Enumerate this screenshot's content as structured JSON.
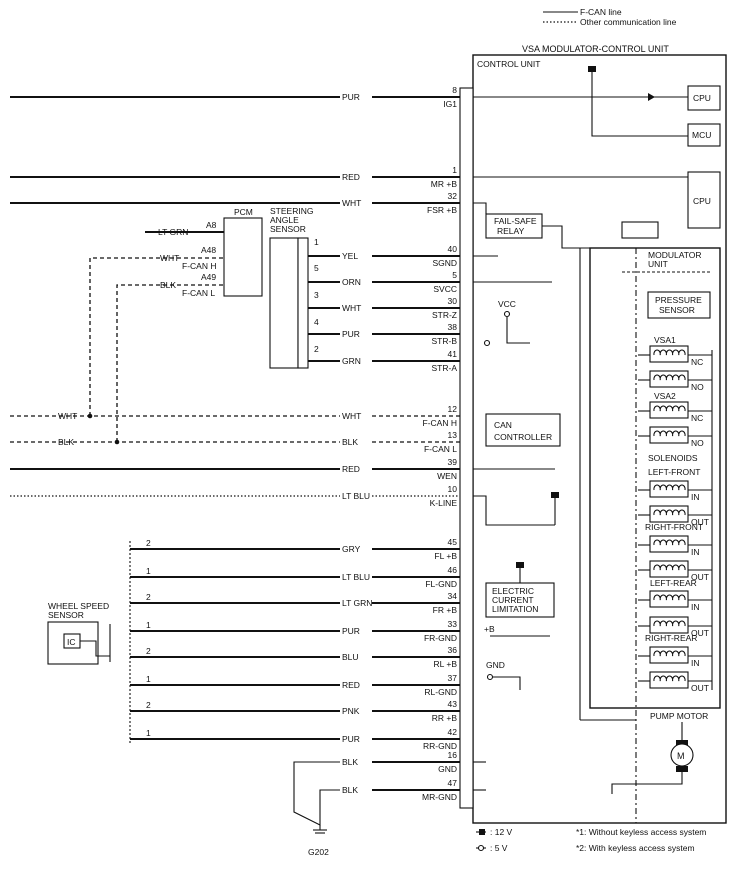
{
  "legend": {
    "fcan": "F-CAN line",
    "other": "Other communication line",
    "v12": ": 12 V",
    "v5": ": 5 V",
    "note1": "*1: Without keyless access system",
    "note2": "*2: With keyless access system"
  },
  "units": {
    "vsa": "VSA MODULATOR-CONTROL UNIT",
    "control": "CONTROL UNIT",
    "modulator": "MODULATOR",
    "modulator2": "UNIT",
    "cpu": "CPU",
    "mcu": "MCU",
    "failsafe1": "FAIL-SAFE",
    "failsafe2": "RELAY",
    "vcc": "VCC",
    "can1": "CAN",
    "can2": "CONTROLLER",
    "ecl1": "ELECTRIC",
    "ecl2": "CURRENT",
    "ecl3": "LIMITATION",
    "plusb": "+B",
    "gnd": "GND",
    "pressure1": "PRESSURE",
    "pressure2": "SENSOR",
    "vsa1": "VSA1",
    "vsa2": "VSA2",
    "nc": "NC",
    "no": "NO",
    "solenoids": "SOLENOIDS",
    "lf": "LEFT-FRONT",
    "rf": "RIGHT-FRONT",
    "lr": "LEFT-REAR",
    "rr": "RIGHT-REAR",
    "in": "IN",
    "out": "OUT",
    "pump": "PUMP MOTOR",
    "motor": "M"
  },
  "pcm": {
    "title": "PCM",
    "a8": "A8",
    "a48": "A48",
    "a49": "A49",
    "fcanh": "F-CAN H",
    "fcanl": "F-CAN L",
    "ltgrn": "LT GRN",
    "wht": "WHT",
    "blk": "BLK"
  },
  "steering": {
    "title1": "STEERING",
    "title2": "ANGLE",
    "title3": "SENSOR",
    "p1": "1",
    "p5": "5",
    "p3": "3",
    "p4": "4",
    "p2": "2"
  },
  "wheel": {
    "title1": "WHEEL SPEED",
    "title2": "SENSOR",
    "ic": "IC",
    "p2": "2",
    "p1": "1"
  },
  "left_wires": {
    "wht": "WHT",
    "blk": "BLK"
  },
  "ground": "G202",
  "pins": [
    {
      "color": "PUR",
      "num": "8",
      "name": "IG1"
    },
    {
      "color": "RED",
      "num": "1",
      "name": "MR +B"
    },
    {
      "color": "WHT",
      "num": "32",
      "name": "FSR +B"
    },
    {
      "color": "YEL",
      "num": "40",
      "name": "SGND"
    },
    {
      "color": "ORN",
      "num": "5",
      "name": "SVCC"
    },
    {
      "color": "WHT",
      "num": "30",
      "name": "STR-Z"
    },
    {
      "color": "PUR",
      "num": "38",
      "name": "STR-B"
    },
    {
      "color": "GRN",
      "num": "41",
      "name": "STR-A"
    },
    {
      "color": "WHT",
      "num": "12",
      "name": "F-CAN H"
    },
    {
      "color": "BLK",
      "num": "13",
      "name": "F-CAN L"
    },
    {
      "color": "RED",
      "num": "39",
      "name": "WEN"
    },
    {
      "color": "LT BLU",
      "num": "10",
      "name": "K-LINE"
    },
    {
      "color": "GRY",
      "num": "45",
      "name": "FL +B"
    },
    {
      "color": "LT BLU",
      "num": "46",
      "name": "FL-GND"
    },
    {
      "color": "LT GRN",
      "num": "34",
      "name": "FR +B"
    },
    {
      "color": "PUR",
      "num": "33",
      "name": "FR-GND"
    },
    {
      "color": "BLU",
      "num": "36",
      "name": "RL +B"
    },
    {
      "color": "RED",
      "num": "37",
      "name": "RL-GND"
    },
    {
      "color": "PNK",
      "num": "43",
      "name": "RR +B"
    },
    {
      "color": "PUR",
      "num": "42",
      "name": "RR-GND"
    },
    {
      "color": "BLK",
      "num": "16",
      "name": "GND"
    },
    {
      "color": "BLK",
      "num": "47",
      "name": "MR-GND"
    }
  ]
}
